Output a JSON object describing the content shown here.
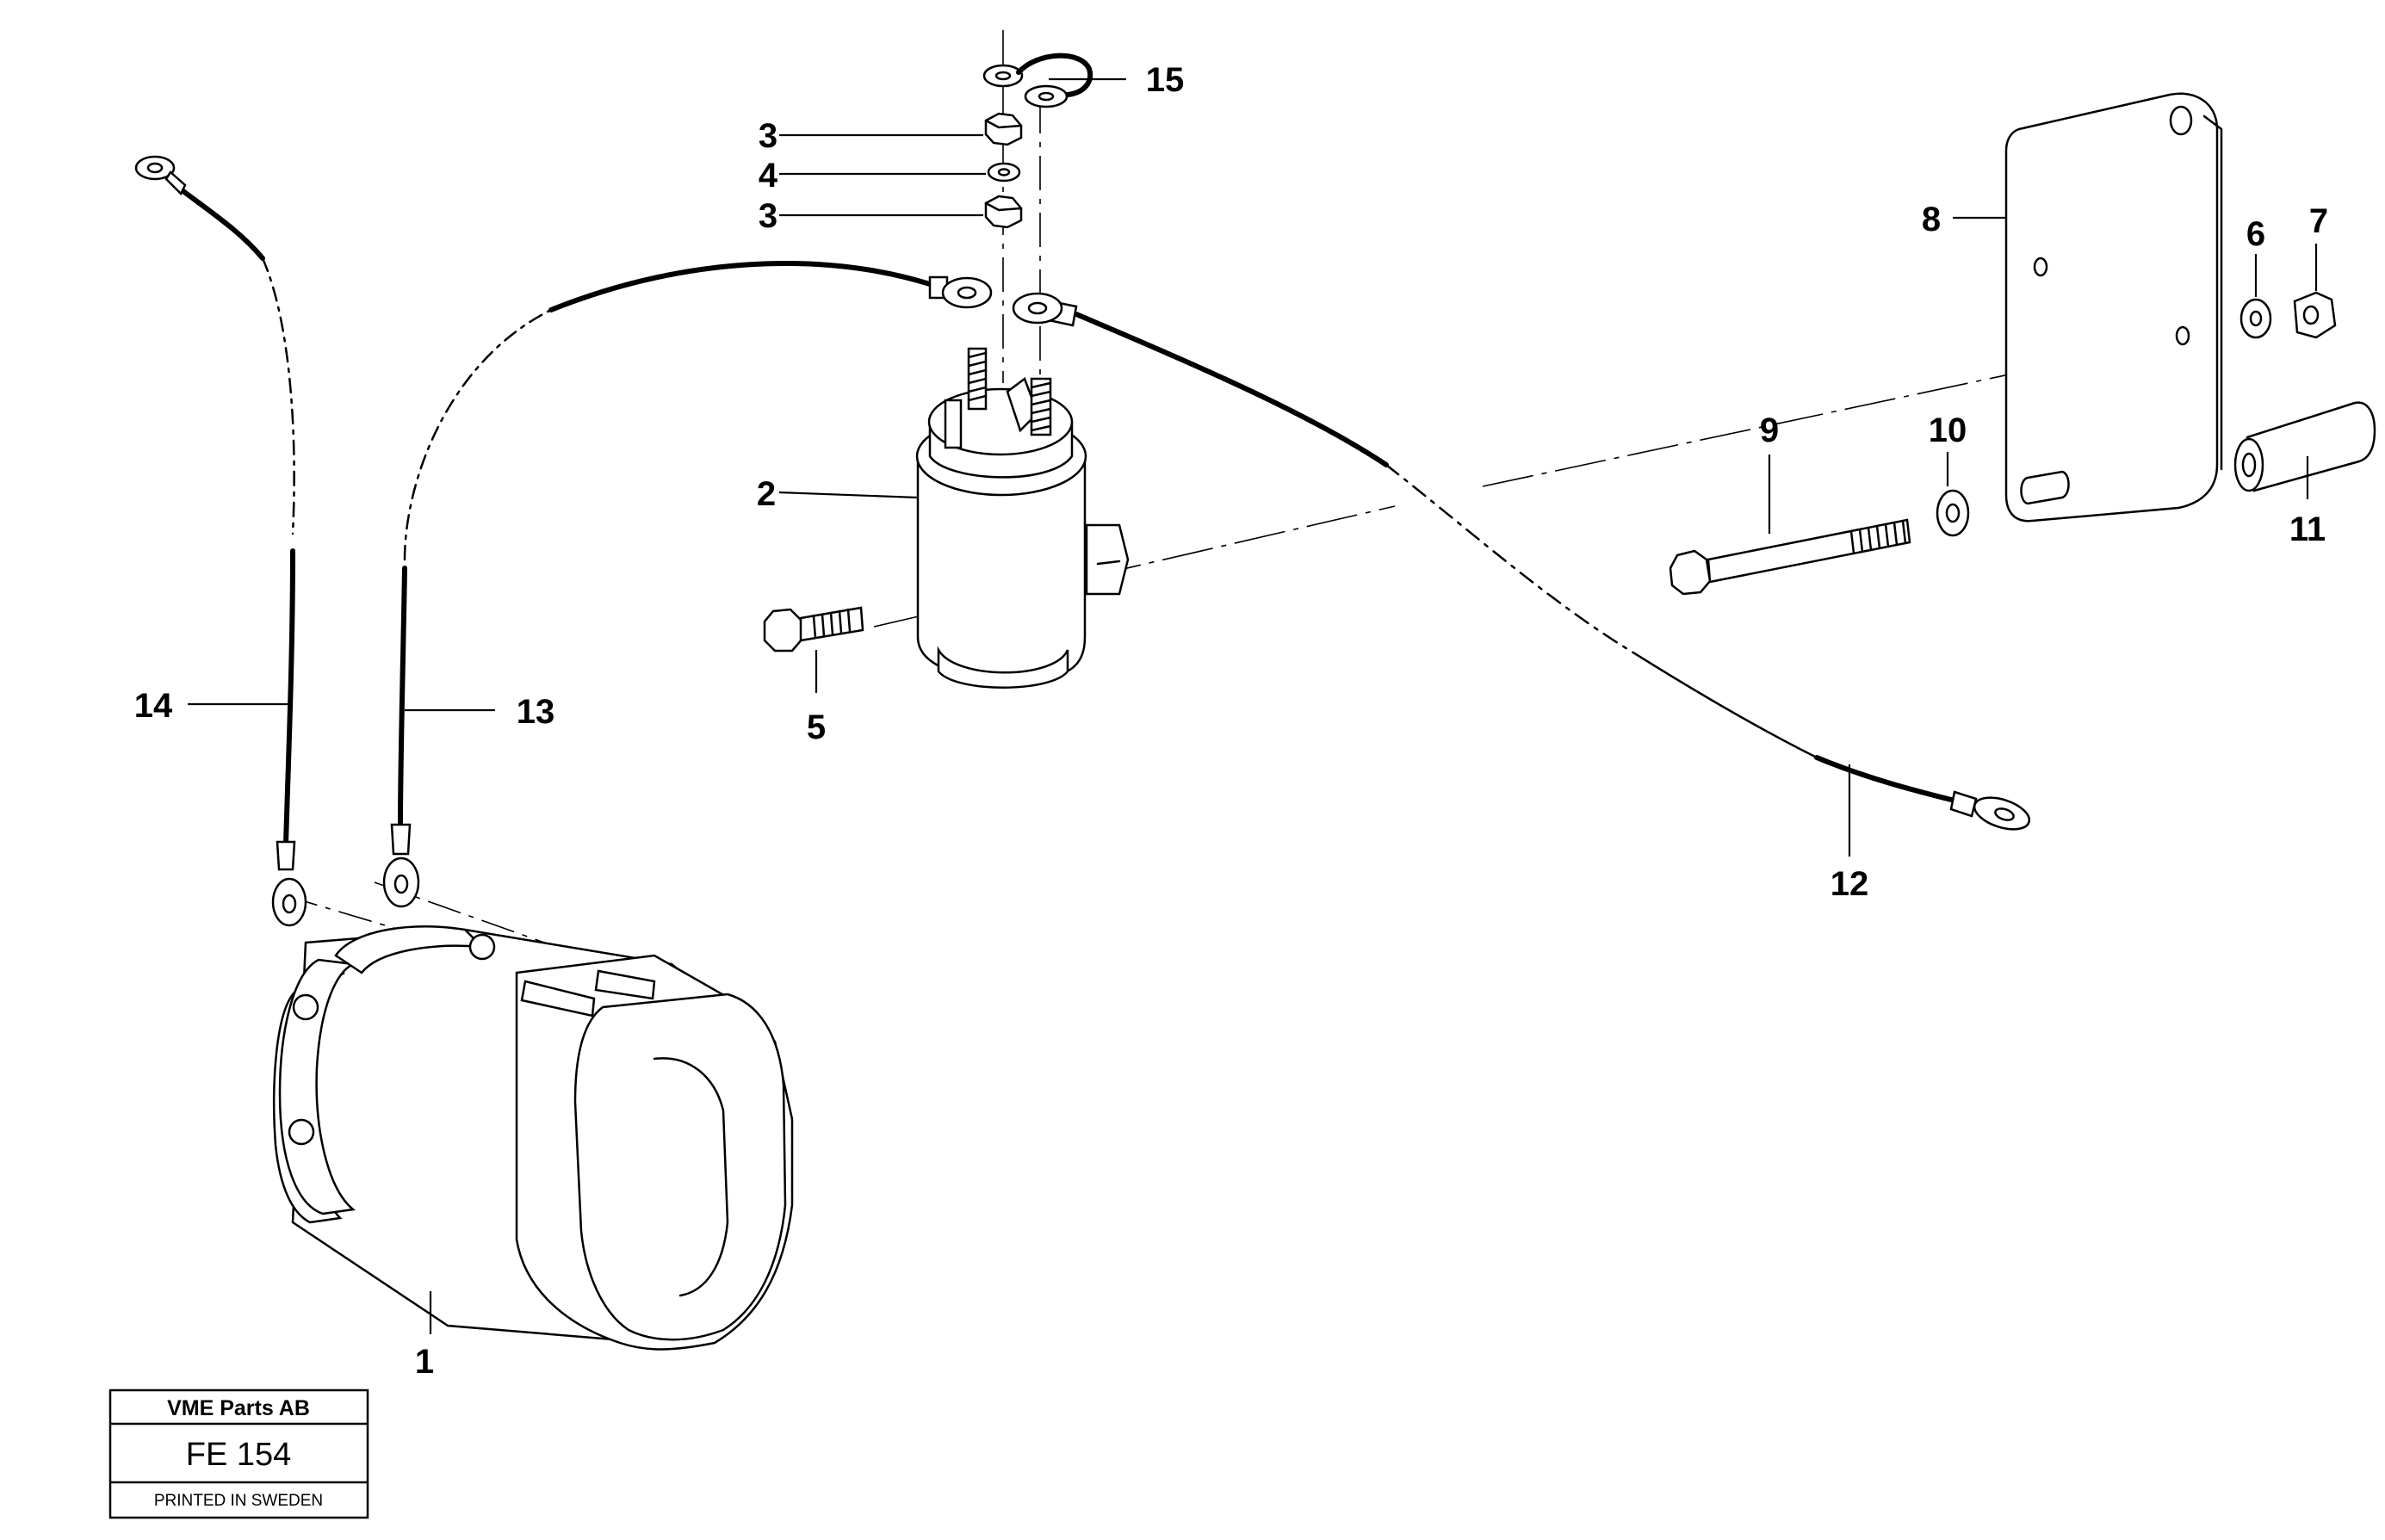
{
  "callouts": {
    "c1": "1",
    "c2": "2",
    "c3a": "3",
    "c3b": "3",
    "c4": "4",
    "c5": "5",
    "c6": "6",
    "c7": "7",
    "c8": "8",
    "c9": "9",
    "c10": "10",
    "c11": "11",
    "c12": "12",
    "c13": "13",
    "c14": "14",
    "c15": "15"
  },
  "title_block": {
    "company": "VME Parts AB",
    "code": "FE 154",
    "printed": "PRINTED IN SWEDEN"
  }
}
